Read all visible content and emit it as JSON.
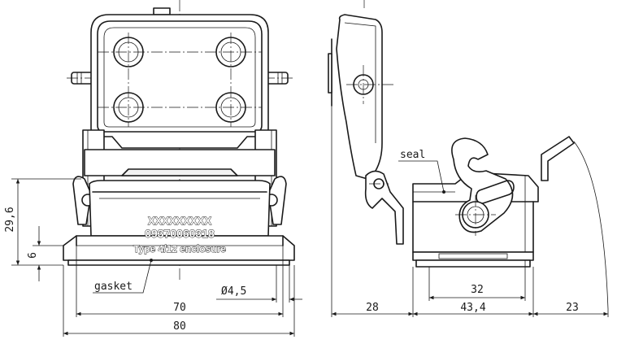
{
  "labels": {
    "dim_29_6": "29,6",
    "dim_6": "6",
    "dim_70": "70",
    "dim_80": "80",
    "dim_hole": "Ø4,5",
    "gasket": "gasket",
    "seal": "seal",
    "dim_28": "28",
    "dim_32": "32",
    "dim_43_4": "43,4",
    "dim_23": "23"
  },
  "marking": {
    "line1": "XXXXXXXXX",
    "line2": "09370060318",
    "line3": "Type 4/12 enclosure"
  }
}
